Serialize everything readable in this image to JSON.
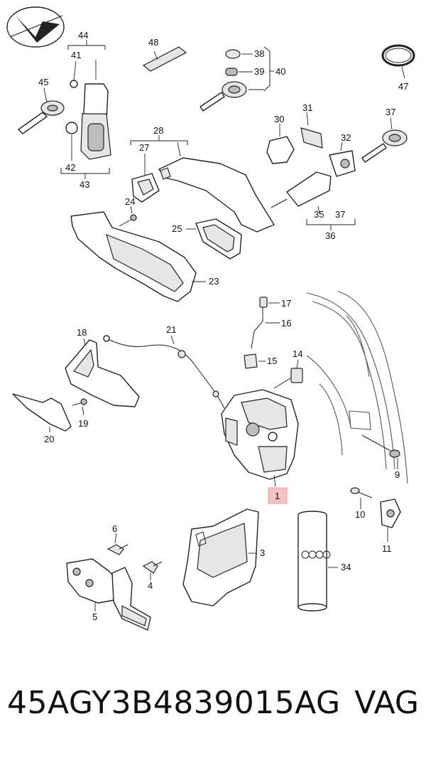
{
  "labels": {
    "l1": "1",
    "l3": "3",
    "l4": "4",
    "l5": "5",
    "l6": "6",
    "l9": "9",
    "l10": "10",
    "l11": "11",
    "l14": "14",
    "l15": "15",
    "l16": "16",
    "l17": "17",
    "l18": "18",
    "l19": "19",
    "l20": "20",
    "l21": "21",
    "l23": "23",
    "l24": "24",
    "l25": "25",
    "l27": "27",
    "l28": "28",
    "l30": "30",
    "l31": "31",
    "l32": "32",
    "l34": "34",
    "l35": "35",
    "l36": "36",
    "l37a": "37",
    "l37b": "37",
    "l38": "38",
    "l39": "39",
    "l40": "40",
    "l41": "41",
    "l42": "42",
    "l43": "43",
    "l44": "44",
    "l45": "45",
    "l47": "47",
    "l48": "48"
  },
  "highlight_color": "#f4c2c2",
  "footer": {
    "part_code": "45AGY3B4839015AG",
    "brand": "VAG"
  }
}
